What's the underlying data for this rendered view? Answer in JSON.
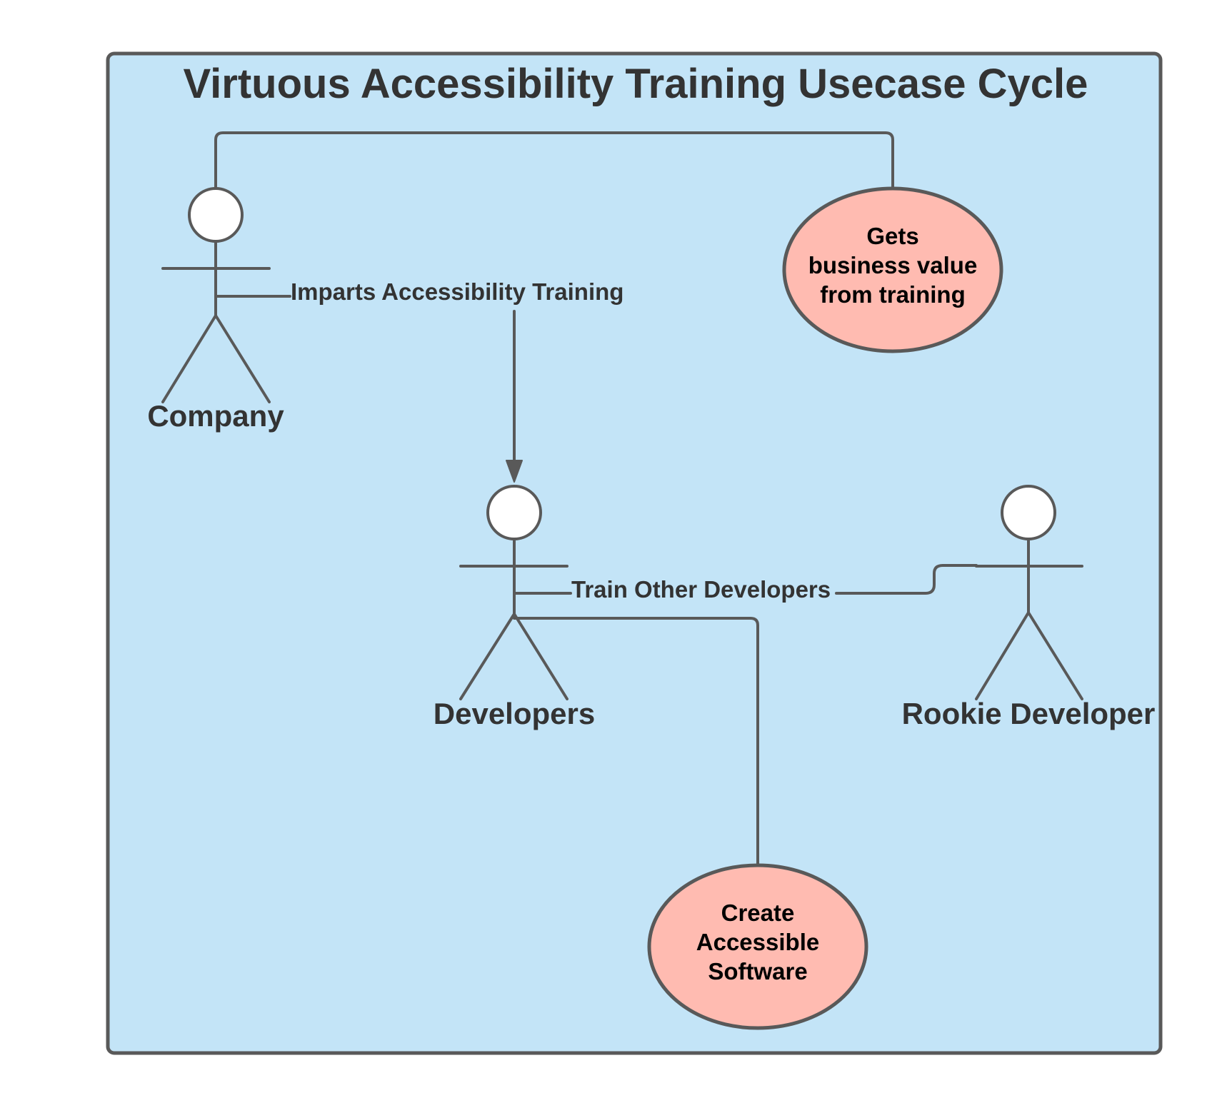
{
  "title": "Virtuous Accessibility Training Usecase Cycle",
  "colors": {
    "frame_fill": "#c3e4f7",
    "frame_stroke": "#595959",
    "usecase_fill": "#ffbbb1",
    "line": "#595959",
    "text": "#333333"
  },
  "actors": {
    "company": {
      "label": "Company"
    },
    "developers": {
      "label": "Developers"
    },
    "rookie": {
      "label": "Rookie Developer"
    }
  },
  "usecases": {
    "business_value": {
      "lines": [
        "Gets",
        "business value",
        "from training"
      ]
    },
    "create_software": {
      "lines": [
        "Create",
        "Accessible",
        "Software"
      ]
    }
  },
  "edges": {
    "imparts": {
      "label": "Imparts Accessibility Training"
    },
    "train": {
      "label": "Train Other Developers"
    }
  }
}
